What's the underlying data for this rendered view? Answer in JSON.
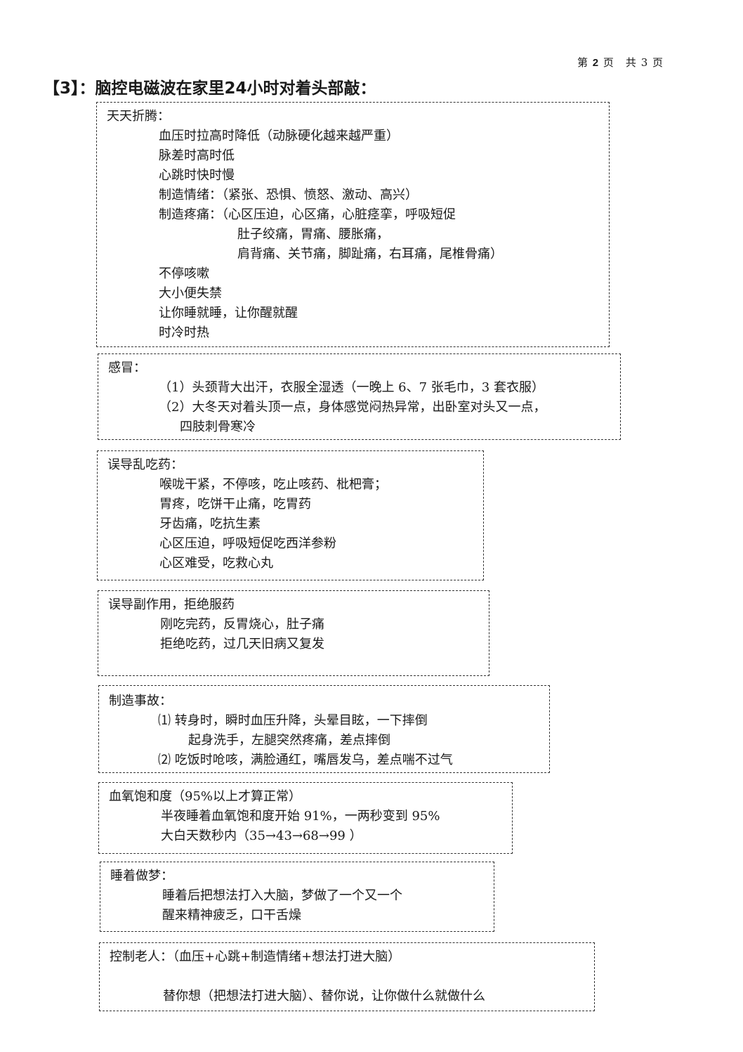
{
  "header": {
    "page_prefix": "第",
    "page_number": "2",
    "page_mid": "页　共",
    "page_total": "3",
    "page_suffix": "页"
  },
  "title": "【3】：脑控电磁波在家里24小时对着头部敲：",
  "sections": [
    {
      "heading": "天天折腾：",
      "lines": [
        "血压时拉高时降低（动脉硬化越来越严重）",
        "脉差时高时低",
        "心跳时快时慢",
        "制造情绪：（紧张、恐惧、愤怒、激动、高兴）",
        "制造疼痛：（心区压迫，心区痛，心脏痉挛，呼吸短促",
        "肚子绞痛，胃痛、腰胀痛，",
        "肩背痛、关节痛，脚趾痛，右耳痛，尾椎骨痛）",
        "不停咳嗽",
        "大小便失禁",
        "让你睡就睡，让你醒就醒",
        "时冷时热"
      ]
    },
    {
      "heading": "感冒：",
      "lines": [
        "（1）头颈背大出汗，衣服全湿透（一晚上 6、7 张毛巾，3 套衣服）",
        "（2）大冬天对着头顶一点，身体感觉闷热异常，出卧室对头又一点，",
        "四肢刺骨寒冷"
      ]
    },
    {
      "heading": "误导乱吃药：",
      "lines": [
        "喉咙干紧，不停咳，吃止咳药、枇杷膏；",
        "胃疼，吃饼干止痛，吃胃药",
        "牙齿痛，吃抗生素",
        "心区压迫，呼吸短促吃西洋参粉",
        "心区难受，吃救心丸"
      ]
    },
    {
      "heading": "误导副作用，拒绝服药",
      "lines": [
        "刚吃完药，反胃烧心，肚子痛",
        "拒绝吃药，过几天旧病又复发"
      ]
    },
    {
      "heading": "制造事故：",
      "lines": [
        "⑴ 转身时，瞬时血压升降，头晕目眩，一下摔倒",
        "起身洗手，左腿突然疼痛，差点摔倒",
        "⑵ 吃饭时呛咳，满脸通红，嘴唇发乌，差点喘不过气"
      ]
    },
    {
      "heading": "血氧饱和度（95%以上才算正常）",
      "lines": [
        "半夜睡着血氧饱和度开始 91%，一两秒变到 95%",
        "大白天数秒内（35→43→68→99 ）"
      ]
    },
    {
      "heading": "睡着做梦：",
      "lines": [
        "睡着后把想法打入大脑，梦做了一个又一个",
        "醒来精神疲乏，口干舌燥"
      ]
    },
    {
      "heading": "控制老人：（血压+心跳+制造情绪+想法打进大脑）",
      "lines": [
        "替你想（把想法打进大脑）、替你说，让你做什么就做什么"
      ]
    }
  ]
}
